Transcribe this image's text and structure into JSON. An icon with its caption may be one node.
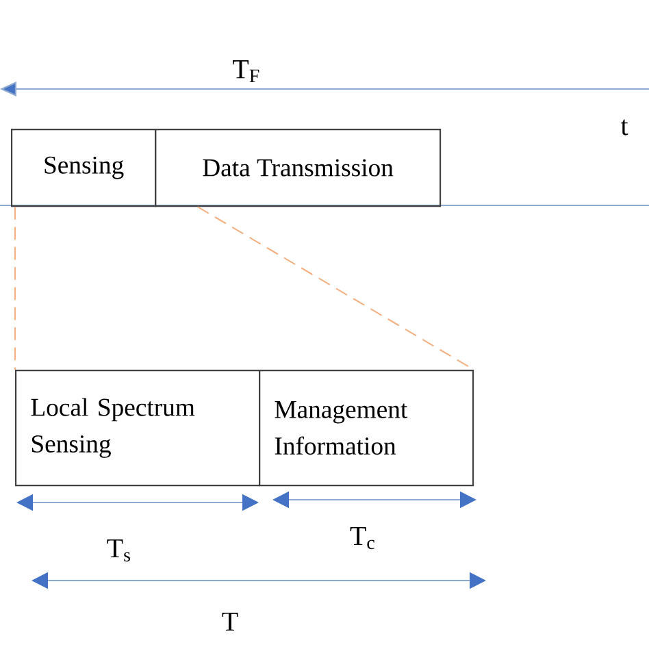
{
  "diagram": {
    "nodes": [
      {
        "text": [
          "Sensing"
        ]
      },
      {
        "text": [
          "Data Transmission"
        ]
      },
      {
        "text": [
          "Local Spectrum Sensing"
        ]
      },
      {
        "text": [
          "Management Information"
        ]
      }
    ],
    "edges": [
      {
        "from": 0,
        "to": 2,
        "arrow": "none",
        "style": "dashed",
        "color": "#f4b183"
      },
      {
        "from": 1,
        "to": 3,
        "arrow": "none",
        "style": "dashed",
        "color": "#f4b183"
      }
    ],
    "labels": [
      "T$_{F}$",
      "t",
      "T$_{s}$",
      "T$_{c}$",
      "T"
    ]
  }
}
